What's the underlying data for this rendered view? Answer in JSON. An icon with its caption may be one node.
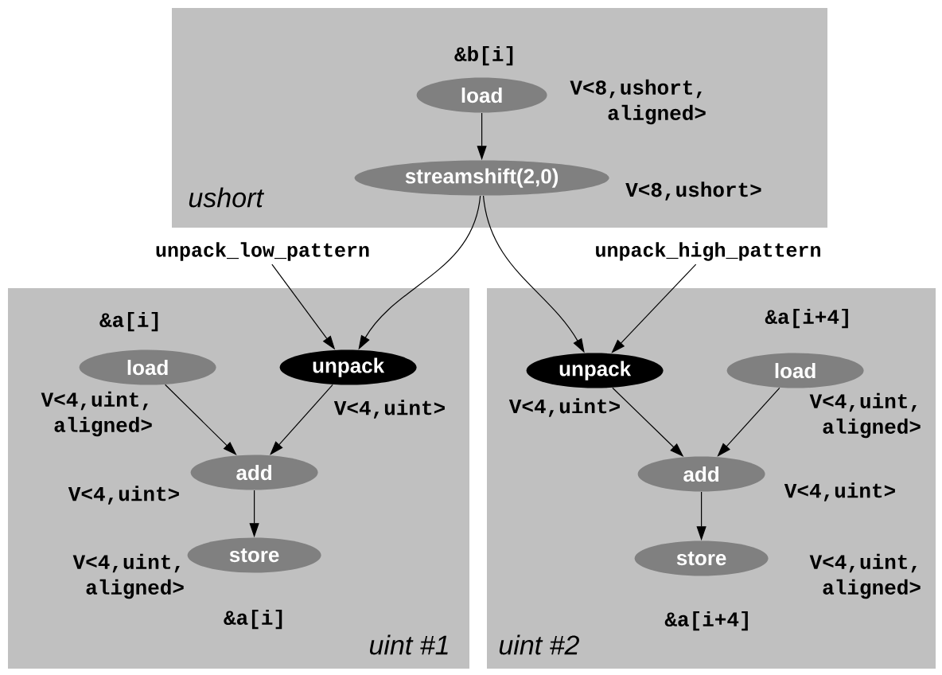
{
  "diagram": {
    "nodes": [
      {
        "text": [
          "ushort"
        ]
      },
      {
        "text": [
          "load"
        ],
        "in": 0,
        "beside": [
          "&b[i]",
          "V<8,ushort, aligned>"
        ]
      },
      {
        "text": [
          "streamshift(2,0)"
        ],
        "in": 0,
        "beside": [
          "V<8,ushort>"
        ]
      },
      {
        "text": [
          "unpack_low_pattern"
        ]
      },
      {
        "text": [
          "unpack_high_pattern"
        ]
      },
      {
        "text": [
          "uint #1"
        ]
      },
      {
        "text": [
          "load"
        ],
        "in": 5,
        "beside": [
          "&a[i]",
          "V<4,uint, aligned>"
        ]
      },
      {
        "text": [
          "unpack"
        ],
        "in": 5,
        "beside": [
          "V<4,uint>"
        ]
      },
      {
        "text": [
          "add"
        ],
        "in": 5,
        "beside": [
          "V<4,uint>"
        ]
      },
      {
        "text": [
          "store"
        ],
        "in": 5,
        "beside": [
          "V<4,uint, aligned>",
          "&a[i]"
        ]
      },
      {
        "text": [
          "uint #2"
        ]
      },
      {
        "text": [
          "unpack"
        ],
        "in": 10,
        "beside": [
          "V<4,uint>"
        ]
      },
      {
        "text": [
          "load"
        ],
        "in": 10,
        "beside": [
          "&a[i+4]",
          "V<4,uint, aligned>"
        ]
      },
      {
        "text": [
          "add"
        ],
        "in": 10,
        "beside": [
          "V<4,uint>"
        ]
      },
      {
        "text": [
          "store"
        ],
        "in": 10,
        "beside": [
          "V<4,uint, aligned>",
          "&a[i+4]"
        ]
      }
    ],
    "edges": [
      {
        "from": 1,
        "to": 2,
        "arrow": "to"
      },
      {
        "from": 2,
        "to": 7,
        "arrow": "to"
      },
      {
        "from": 2,
        "to": 11,
        "arrow": "to"
      },
      {
        "from": 3,
        "to": 7,
        "arrow": "to"
      },
      {
        "from": 4,
        "to": 11,
        "arrow": "to"
      },
      {
        "from": 6,
        "to": 8,
        "arrow": "to"
      },
      {
        "from": 7,
        "to": 8,
        "arrow": "to"
      },
      {
        "from": 8,
        "to": 9,
        "arrow": "to"
      },
      {
        "from": 11,
        "to": 13,
        "arrow": "to"
      },
      {
        "from": 12,
        "to": 13,
        "arrow": "to"
      },
      {
        "from": 13,
        "to": 14,
        "arrow": "to"
      }
    ]
  }
}
